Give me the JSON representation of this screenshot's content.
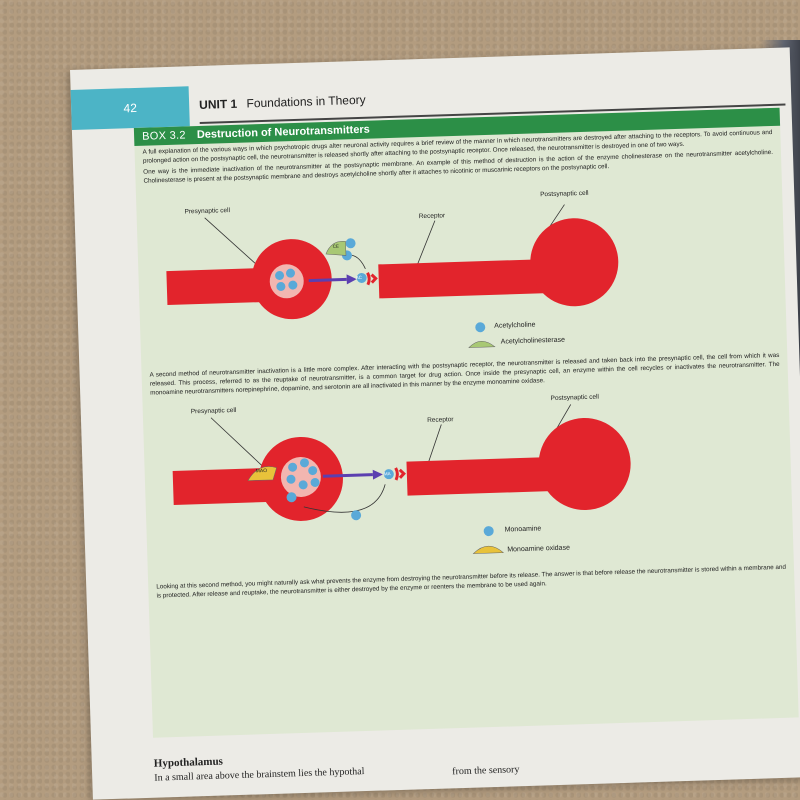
{
  "header": {
    "page_number": "42",
    "unit_label": "UNIT 1",
    "unit_name": "Foundations in Theory"
  },
  "box": {
    "label": "BOX 3.2",
    "title": "Destruction of Neurotransmitters",
    "para1": "A full explanation of the various ways in which psychotropic drugs alter neuronal activity requires a brief review of the manner in which neurotransmitters are destroyed after attaching to the receptors. To avoid continuous and prolonged action on the postsynaptic cell, the neurotransmitter is released shortly after attaching to the postsynaptic receptor. Once released, the neurotransmitter is destroyed in one of two ways.",
    "para2": "One way is the immediate inactivation of the neurotransmitter at the postsynaptic membrane. An example of this method of destruction is the action of the enzyme cholinesterase on the neurotransmitter acetylcholine. Cholinesterase is present at the postsynaptic membrane and destroys acetylcholine shortly after it attaches to nicotinic or muscarinic receptors on the postsynaptic cell.",
    "para3": "A second method of neurotransmitter inactivation is a little more complex. After interacting with the postsynaptic receptor, the neurotransmitter is released and taken back into the presynaptic cell, the cell from which it was released. This process, referred to as the reuptake of neurotransmitter, is a common target for drug action. Once inside the presynaptic cell, an enzyme within the cell recycles or inactivates the neurotransmitter. The monoamine neurotransmitters norepinephrine, dopamine, and serotonin are all inactivated in this manner by the enzyme monoamine oxidase.",
    "para4": "Looking at this second method, you might naturally ask what prevents the enzyme from destroying the neurotransmitter before its release. The answer is that before release the neurotransmitter is stored within a membrane and is protected. After release and reuptake, the neurotransmitter is either destroyed by the enzyme or reenters the membrane to be used again."
  },
  "figure1": {
    "presynaptic_label": "Presynaptic cell",
    "postsynaptic_label": "Postsynaptic cell",
    "receptor_label": "Receptor",
    "molecule_abbr": "AC",
    "enzyme_abbr": "CE",
    "legend_molecule": "Acetylcholine",
    "legend_enzyme": "Acetylcholinesterase"
  },
  "figure2": {
    "presynaptic_label": "Presynaptic cell",
    "postsynaptic_label": "Postsynaptic cell",
    "receptor_label": "Receptor",
    "molecule_abbr": "MA",
    "enzyme_abbr": "MAO",
    "legend_molecule": "Monoamine",
    "legend_enzyme": "Monoamine oxidase"
  },
  "bottom": {
    "section_heading": "Hypothalamus",
    "left_text": "In a small area above the brainstem lies the hypothal",
    "right_text": "from the sensory"
  },
  "colors": {
    "cell_red": "#e2242c",
    "vesicle_pink": "#f2b6b0",
    "molecule_blue": "#5aa9d8",
    "enzyme_green": "#a8c874",
    "arrow_purple": "#5b3fb0",
    "box_green": "#2c8f47",
    "tab_teal": "#4cb4c6"
  }
}
